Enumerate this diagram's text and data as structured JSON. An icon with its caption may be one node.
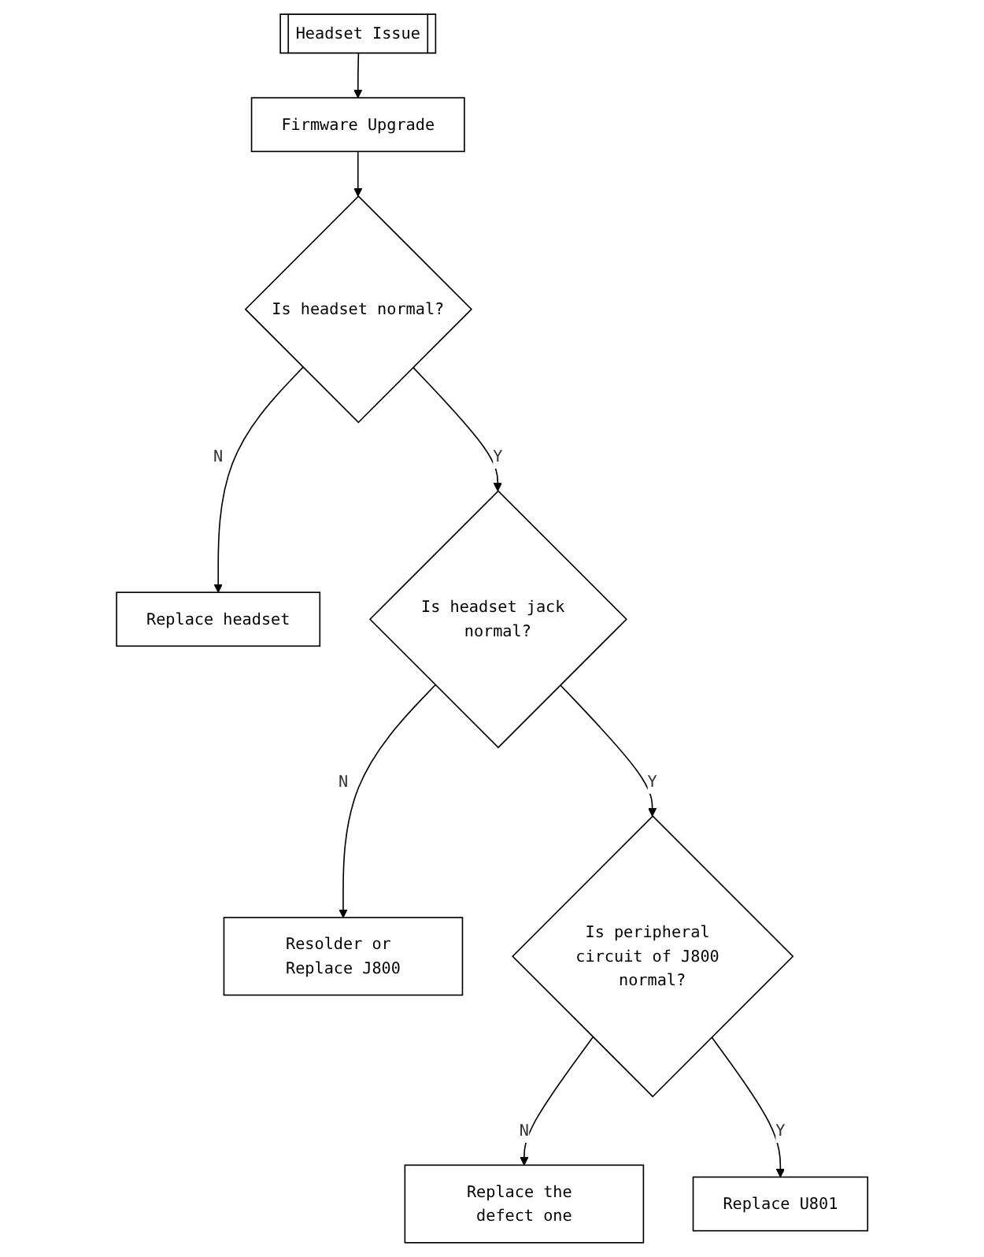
{
  "diagram": {
    "nodes": [
      {
        "text": [
          "Headset Issue"
        ]
      },
      {
        "text": [
          "Firmware Upgrade"
        ]
      },
      {
        "text": [
          "Is headset normal?"
        ]
      },
      {
        "text": [
          "Replace headset"
        ]
      },
      {
        "text": [
          "Is headset jack normal?"
        ]
      },
      {
        "text": [
          "Resolder or Replace J800"
        ]
      },
      {
        "text": [
          "Is peripheral circuit of J800 normal?"
        ]
      },
      {
        "text": [
          "Replace the defect one"
        ]
      },
      {
        "text": [
          "Replace U801"
        ]
      }
    ],
    "edges": [
      {
        "from": 0,
        "to": 1,
        "arrow": "to"
      },
      {
        "from": 1,
        "to": 2,
        "arrow": "to"
      },
      {
        "from": 2,
        "to": 3,
        "arrow": "to",
        "label": "N"
      },
      {
        "from": 2,
        "to": 4,
        "arrow": "to",
        "label": "Y"
      },
      {
        "from": 4,
        "to": 5,
        "arrow": "to",
        "label": "N"
      },
      {
        "from": 4,
        "to": 6,
        "arrow": "to",
        "label": "Y"
      },
      {
        "from": 6,
        "to": 7,
        "arrow": "to",
        "label": "N"
      },
      {
        "from": 6,
        "to": 8,
        "arrow": "to",
        "label": "Y"
      }
    ]
  }
}
